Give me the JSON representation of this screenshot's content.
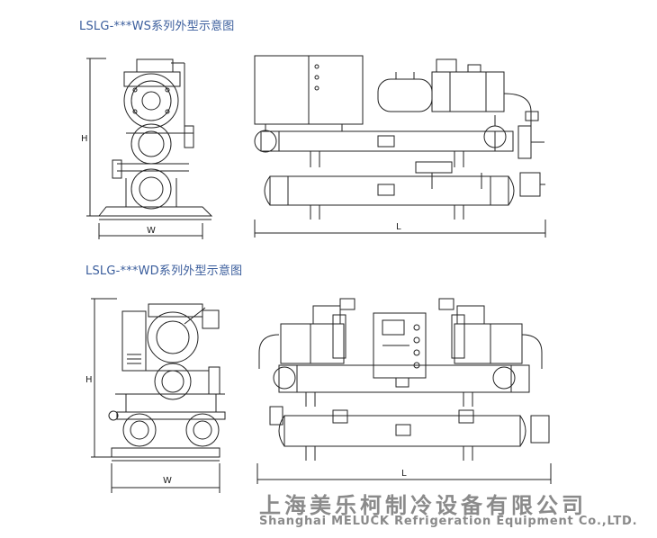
{
  "titles": {
    "ws": "LSLG-***WS系列外型示意图",
    "wd": "LSLG-***WD系列外型示意图"
  },
  "dims": {
    "h": "H",
    "w": "W",
    "l": "L"
  },
  "company": {
    "cn": "上海美乐柯制冷设备有限公司",
    "en": "Shanghai MELUCK Refrigeration Equipment Co.,LTD."
  }
}
